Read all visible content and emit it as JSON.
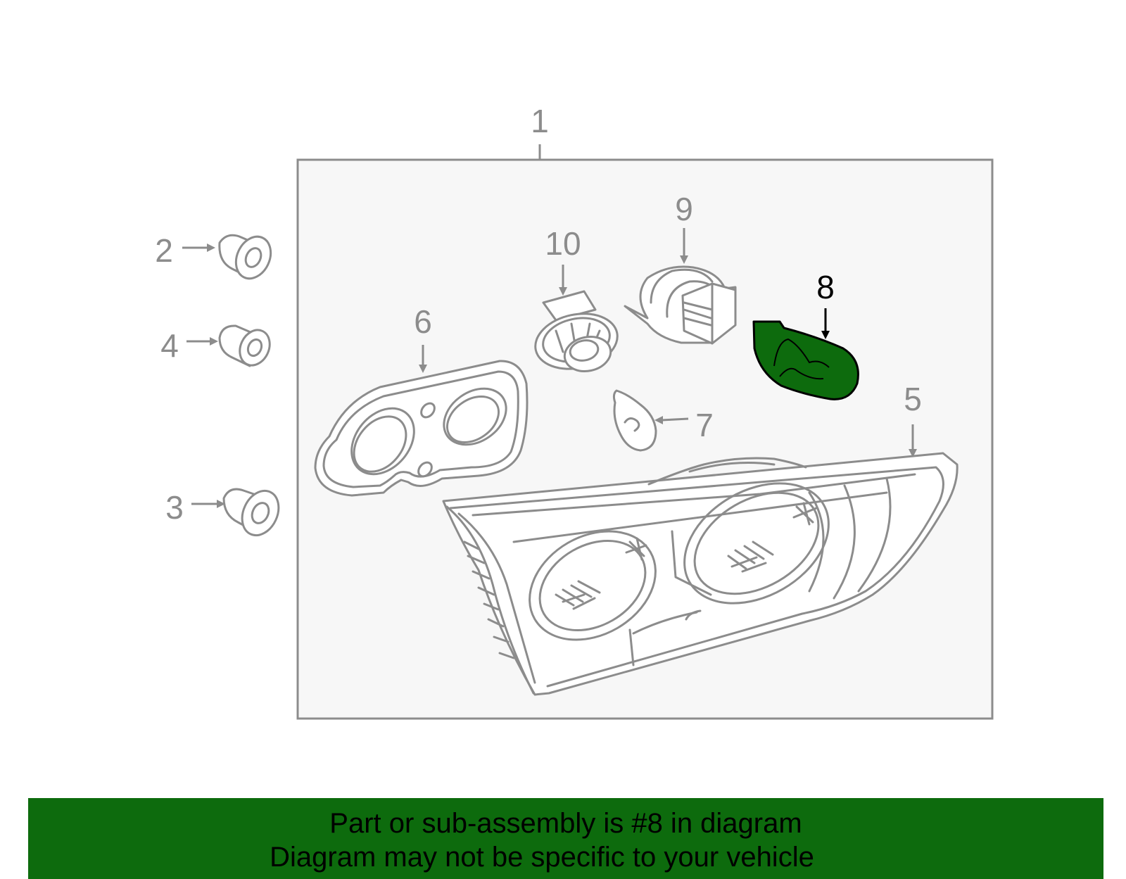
{
  "diagram": {
    "callouts": [
      {
        "id": "1",
        "text": "1"
      },
      {
        "id": "2",
        "text": "2"
      },
      {
        "id": "3",
        "text": "3"
      },
      {
        "id": "4",
        "text": "4"
      },
      {
        "id": "5",
        "text": "5"
      },
      {
        "id": "6",
        "text": "6"
      },
      {
        "id": "7",
        "text": "7"
      },
      {
        "id": "8",
        "text": "8"
      },
      {
        "id": "9",
        "text": "9"
      },
      {
        "id": "10",
        "text": "10"
      }
    ],
    "highlighted_part": "8",
    "colors": {
      "line": "#8c8c8c",
      "panel": "#f7f7f7",
      "highlight_fill": "#0d6b0d",
      "footer_bg": "#0d6b0d"
    }
  },
  "footer": {
    "line1": "Part or sub-assembly is #8 in diagram",
    "line2": "Diagram may not be specific to your vehicle"
  }
}
